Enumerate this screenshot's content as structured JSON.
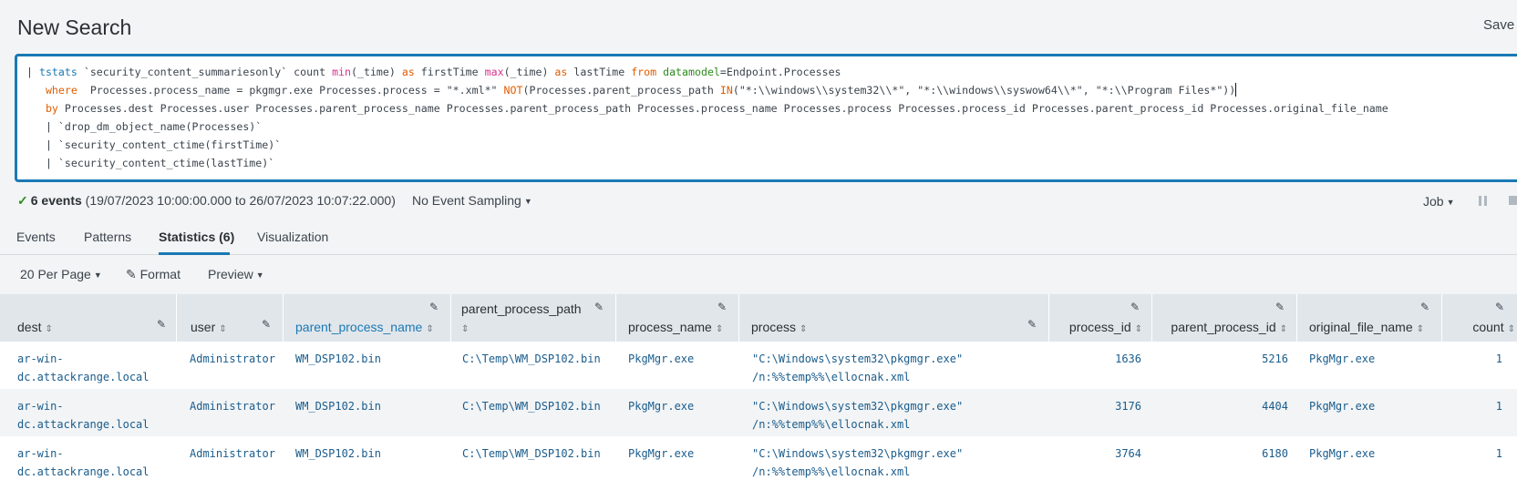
{
  "page": {
    "title": "New Search",
    "save_as": "Save A"
  },
  "search": {
    "line1": {
      "pipe": "| ",
      "cmd": "tstats",
      "macro": " `security_content_summariesonly` count ",
      "min": "min",
      "arg1": "(_time) ",
      "as1": "as",
      "ft": " firstTime ",
      "max": "max",
      "arg2": "(_time) ",
      "as2": "as",
      "lt": " lastTime ",
      "from": "from",
      "sp": " ",
      "dm": "datamodel",
      "eq": "=Endpoint.Processes"
    },
    "line2": {
      "indent": "   ",
      "where": "where",
      "p1": "  Processes.process_name = pkgmgr.exe Processes.process = \"*.xml*\" ",
      "not": "NOT",
      "paren": "(",
      "p2": "Processes.parent_process_path ",
      "in": "IN",
      "p3": "(\"*:\\\\windows\\\\system32\\\\*\", \"*:\\\\windows\\\\syswow64\\\\*\", \"*:\\\\Program Files*\"))"
    },
    "line3": {
      "indent": "   ",
      "by": "by",
      "rest": " Processes.dest Processes.user Processes.parent_process_name Processes.parent_process_path Processes.process_name Processes.process Processes.process_id Processes.parent_process_id Processes.original_file_name"
    },
    "line4": "   | `drop_dm_object_name(Processes)`",
    "line5": "   | `security_content_ctime(firstTime)`",
    "line6": "   | `security_content_ctime(lastTime)`"
  },
  "status": {
    "check": "✓",
    "events": "6 events",
    "range": " (19/07/2023 10:00:00.000 to 26/07/2023 10:07:22.000)",
    "sampling": "No Event Sampling",
    "job": "Job"
  },
  "tabs": [
    {
      "label": "Events"
    },
    {
      "label": "Patterns"
    },
    {
      "label": "Statistics (6)",
      "active": true
    },
    {
      "label": "Visualization"
    }
  ],
  "toolbar": {
    "per_page": "20 Per Page",
    "format": "Format",
    "preview": "Preview"
  },
  "columns": [
    "dest",
    "user",
    "parent_process_name",
    "parent_process_path",
    "process_name",
    "process",
    "process_id",
    "parent_process_id",
    "original_file_name",
    "count"
  ],
  "rows": [
    {
      "dest": "ar-win-\ndc.attackrange.local",
      "user": "Administrator",
      "parent_process_name": "WM_DSP102.bin",
      "parent_process_path": "C:\\Temp\\WM_DSP102.bin",
      "process_name": "PkgMgr.exe",
      "process": "\"C:\\Windows\\system32\\pkgmgr.exe\"\n/n:%%temp%%\\ellocnak.xml",
      "process_id": "1636",
      "parent_process_id": "5216",
      "original_file_name": "PkgMgr.exe",
      "count": "1"
    },
    {
      "dest": "ar-win-\ndc.attackrange.local",
      "user": "Administrator",
      "parent_process_name": "WM_DSP102.bin",
      "parent_process_path": "C:\\Temp\\WM_DSP102.bin",
      "process_name": "PkgMgr.exe",
      "process": "\"C:\\Windows\\system32\\pkgmgr.exe\"\n/n:%%temp%%\\ellocnak.xml",
      "process_id": "3176",
      "parent_process_id": "4404",
      "original_file_name": "PkgMgr.exe",
      "count": "1"
    },
    {
      "dest": "ar-win-\ndc.attackrange.local",
      "user": "Administrator",
      "parent_process_name": "WM_DSP102.bin",
      "parent_process_path": "C:\\Temp\\WM_DSP102.bin",
      "process_name": "PkgMgr.exe",
      "process": "\"C:\\Windows\\system32\\pkgmgr.exe\"\n/n:%%temp%%\\ellocnak.xml",
      "process_id": "3764",
      "parent_process_id": "6180",
      "original_file_name": "PkgMgr.exe",
      "count": "1"
    }
  ],
  "colors": {
    "accent": "#1a79b5",
    "header_bg": "#e1e6eb",
    "success": "#2e8b1c"
  }
}
